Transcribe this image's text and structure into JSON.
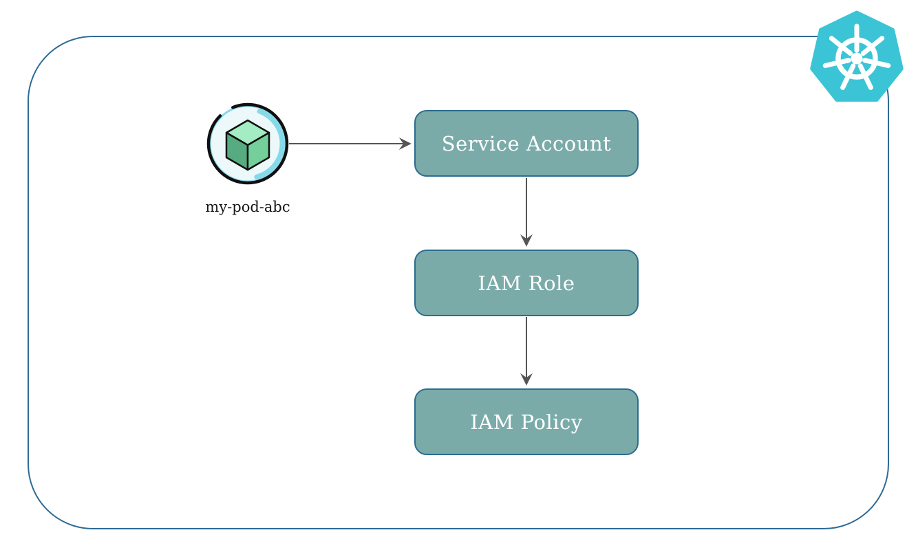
{
  "diagram": {
    "pod": {
      "label": "my-pod-abc"
    },
    "nodes": [
      {
        "id": "service-account",
        "label": "Service Account"
      },
      {
        "id": "iam-role",
        "label": "IAM Role"
      },
      {
        "id": "iam-policy",
        "label": "IAM Policy"
      }
    ],
    "edges": [
      {
        "from": "my-pod-abc",
        "to": "service-account",
        "direction": "right"
      },
      {
        "from": "service-account",
        "to": "iam-role",
        "direction": "down"
      },
      {
        "from": "iam-role",
        "to": "iam-policy",
        "direction": "down"
      }
    ],
    "icons": {
      "kubernetes": "kubernetes-helm-wheel",
      "pod": "isometric-cube"
    },
    "colors": {
      "node_fill": "#7aaba9",
      "node_border": "#2a6d90",
      "container_border": "#2d6b95",
      "arrow": "#555555",
      "kubernetes_teal": "#3bc4d6",
      "pod_circle_fill": "#ecf8f9",
      "pod_highlight": "#86d9e8",
      "cube_top": "#a3ecc4",
      "cube_left": "#57ab80",
      "cube_right": "#74cf9b",
      "text_light": "#ffffff",
      "text_dark": "#161616"
    }
  }
}
